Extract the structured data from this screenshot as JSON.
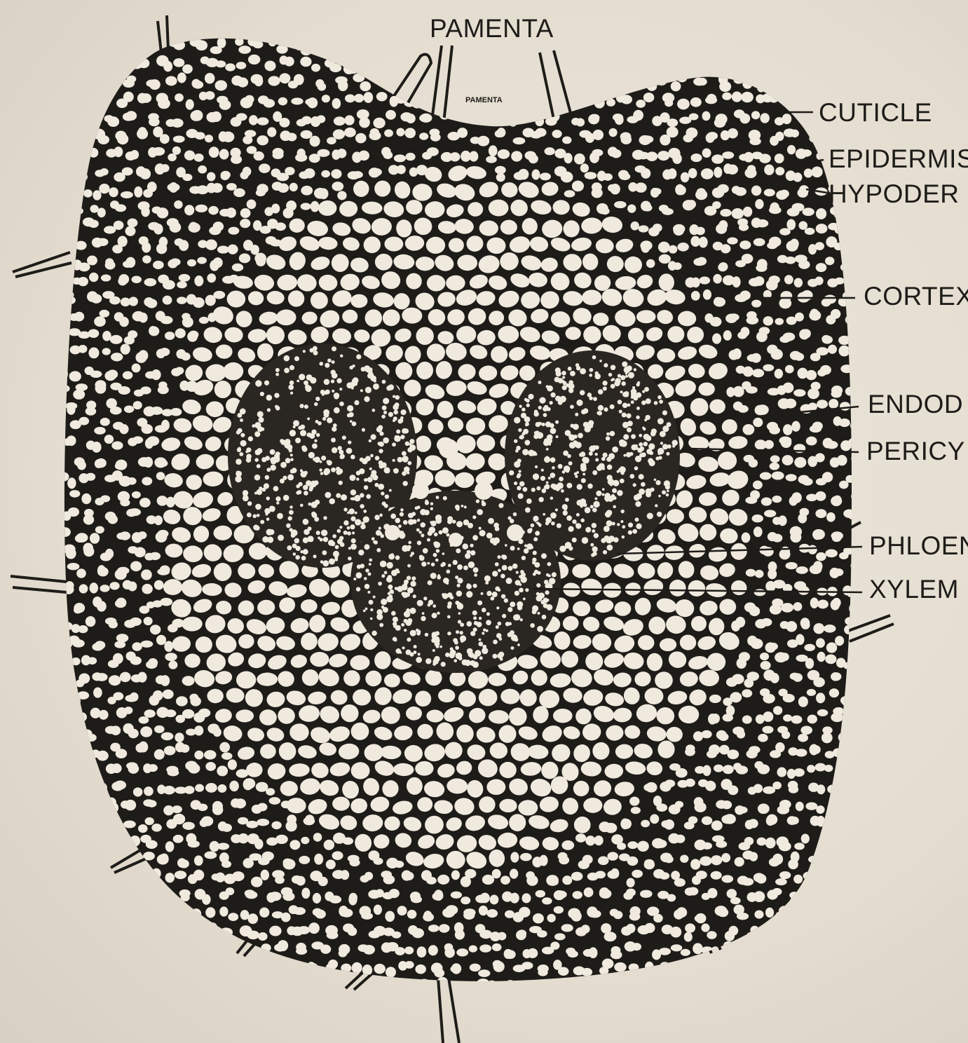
{
  "labels": {
    "title": "PAMENTA",
    "inner": "PAMENTA",
    "cuticle": "CUTICLE",
    "epidermis": "EPIDERMIS",
    "hypodermis": "HYPODER",
    "cortex": "CORTEX",
    "endodermis": "ENDOD",
    "pericycle": "PERICY",
    "phloem": "PHLOEN",
    "xylem": "XYLEM"
  },
  "colors": {
    "paper": "#e6dfd3",
    "ink": "#1e1c19",
    "cell": "#efe9de"
  }
}
